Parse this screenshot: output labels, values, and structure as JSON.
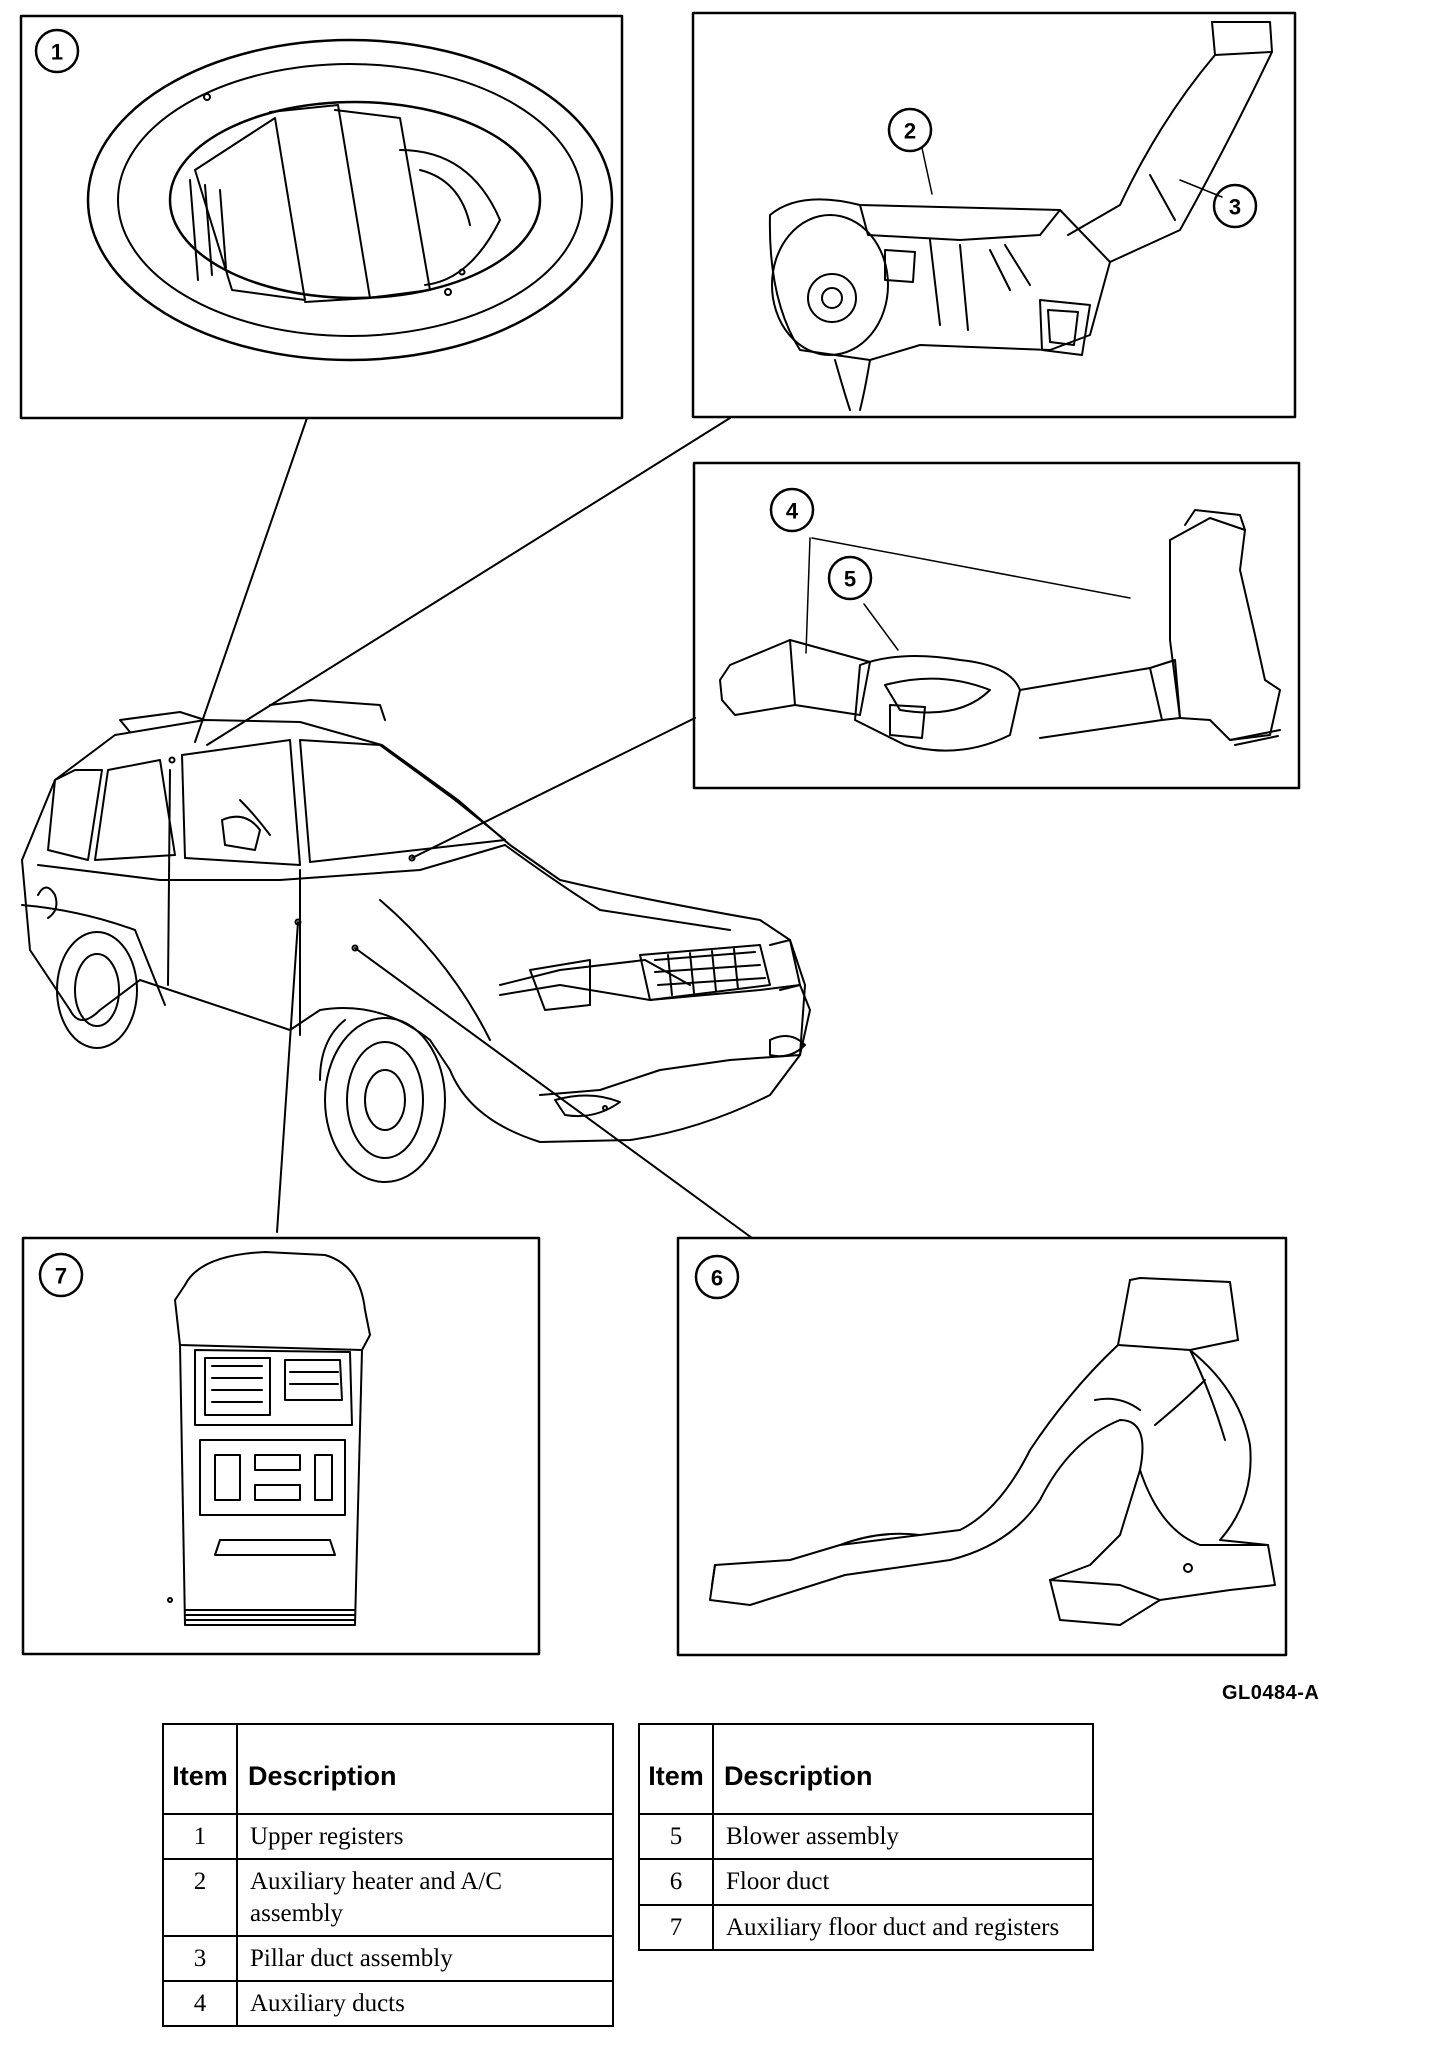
{
  "callouts": [
    "1",
    "2",
    "3",
    "4",
    "5",
    "6",
    "7"
  ],
  "figure_code": "GL0484-A",
  "legend_header": {
    "item": "Item",
    "description": "Description"
  },
  "legend_left": [
    {
      "item": "1",
      "description": "Upper registers"
    },
    {
      "item": "2",
      "description": "Auxiliary heater and A/C assembly"
    },
    {
      "item": "3",
      "description": "Pillar duct assembly"
    },
    {
      "item": "4",
      "description": "Auxiliary ducts"
    }
  ],
  "legend_right": [
    {
      "item": "5",
      "description": "Blower assembly"
    },
    {
      "item": "6",
      "description": "Floor duct"
    },
    {
      "item": "7",
      "description": "Auxiliary floor duct and registers"
    }
  ]
}
